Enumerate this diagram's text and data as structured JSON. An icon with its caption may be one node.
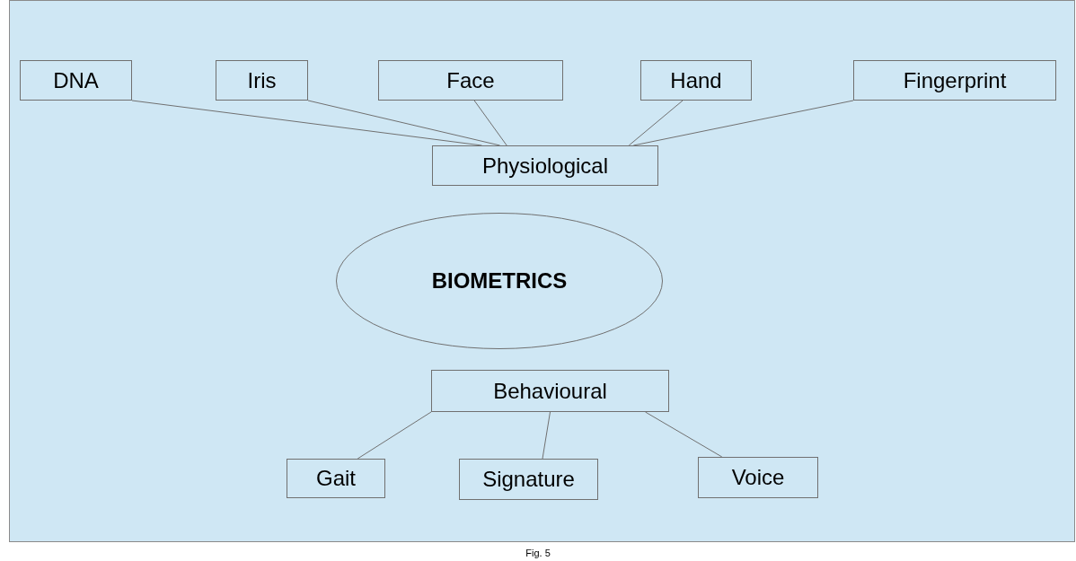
{
  "diagram": {
    "caption": "Fig. 5",
    "nodes": [
      {
        "text": [
          "DNA"
        ]
      },
      {
        "text": [
          "Iris"
        ]
      },
      {
        "text": [
          "Face"
        ]
      },
      {
        "text": [
          "Hand"
        ]
      },
      {
        "text": [
          "Fingerprint"
        ]
      },
      {
        "text": [
          "Physiological"
        ]
      },
      {
        "text": [
          "BIOMETRICS"
        ]
      },
      {
        "text": [
          "Behavioural"
        ]
      },
      {
        "text": [
          "Gait"
        ]
      },
      {
        "text": [
          "Signature"
        ]
      },
      {
        "text": [
          "Voice"
        ]
      }
    ],
    "edges": [
      {
        "from": 5,
        "to": 0,
        "arrow": "none"
      },
      {
        "from": 5,
        "to": 1,
        "arrow": "none"
      },
      {
        "from": 5,
        "to": 2,
        "arrow": "none"
      },
      {
        "from": 5,
        "to": 3,
        "arrow": "none"
      },
      {
        "from": 5,
        "to": 4,
        "arrow": "none"
      },
      {
        "from": 7,
        "to": 8,
        "arrow": "none"
      },
      {
        "from": 7,
        "to": 9,
        "arrow": "none"
      },
      {
        "from": 7,
        "to": 10,
        "arrow": "none"
      }
    ]
  }
}
